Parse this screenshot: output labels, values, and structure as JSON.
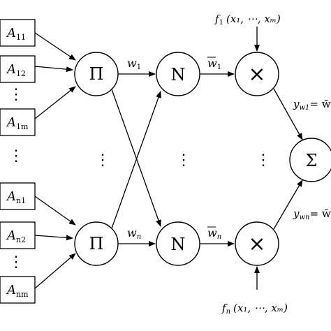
{
  "inputs_top": [
    {
      "main": "A",
      "sub": "11"
    },
    {
      "main": "A",
      "sub": "12"
    },
    {
      "main": "A",
      "sub": "1m"
    }
  ],
  "inputs_bottom": [
    {
      "main": "A",
      "sub": "n1"
    },
    {
      "main": "A",
      "sub": "n2"
    },
    {
      "main": "A",
      "sub": "nm"
    }
  ],
  "ellipsis": "⋮",
  "pi_symbol": "Π",
  "norm_symbol": "N",
  "times_symbol": "×",
  "sum_symbol": "Σ",
  "weights": {
    "w1": {
      "main": "w",
      "sub": "1"
    },
    "wn": {
      "main": "w",
      "sub": "n"
    },
    "wbar1": {
      "main": "w",
      "sub": "1"
    },
    "wbarn": {
      "main": "w",
      "sub": "n"
    }
  },
  "functions": {
    "f1": {
      "name": "f",
      "sub": "1",
      "args": "(x₁, ⋯, xₘ)"
    },
    "fn": {
      "name": "f",
      "sub": "n",
      "args": "(x₁, ⋯, xₘ)"
    }
  },
  "outputs": {
    "y1": {
      "main": "y",
      "sub": "w1",
      "rhs": "= w̄"
    },
    "yn": {
      "main": "y",
      "sub": "wn",
      "rhs": "= w̄"
    }
  }
}
